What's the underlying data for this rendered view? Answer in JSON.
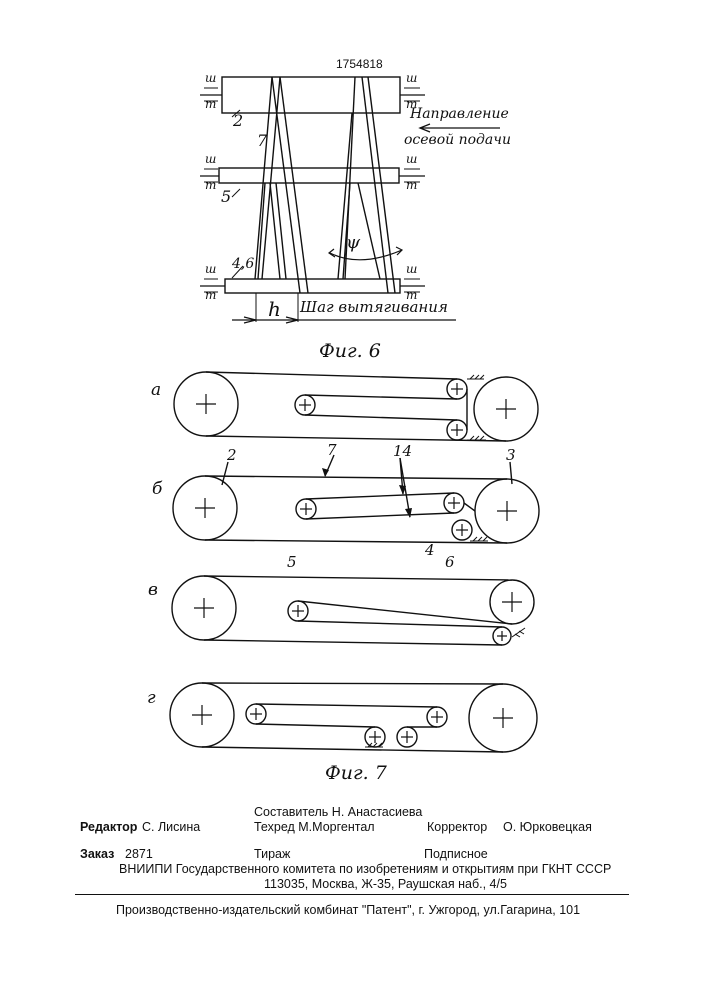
{
  "patent_number": "1754818",
  "fig6": {
    "caption": "Фиг. 6",
    "labels": {
      "l2": "2",
      "l7": "7",
      "l5": "5",
      "l46": "4,6",
      "h": "h",
      "psi": "ψ",
      "direction_line1": "Направление",
      "direction_line2": "осевой подачи",
      "step": "Шаг вытягивания",
      "bearing_top": "ш",
      "bearing_bottom": "т"
    }
  },
  "fig7": {
    "caption": "Фиг. 7",
    "rows": [
      "а",
      "б",
      "в",
      "г"
    ],
    "labels": {
      "l2": "2",
      "l7": "7",
      "l14": "14",
      "l3": "3",
      "l5": "5",
      "l4": "4",
      "l6": "6"
    }
  },
  "colophon": {
    "compiler": "Составитель  Н. Анастасиева",
    "editor_label": "Редактор",
    "editor_name": "С. Лисина",
    "techred": "Техред М.Моргентал",
    "corrector_label": "Корректор",
    "corrector_name": "О. Юрковецкая",
    "order_label": "Заказ",
    "order_number": "2871",
    "circulation": "Тираж",
    "subscription": "Подписное",
    "institute": "ВНИИПИ Государственного комитета по изобретениям и открытиям при ГКНТ СССР",
    "address": "113035, Москва, Ж-35, Раушская наб., 4/5",
    "publisher": "Производственно-издательский комбинат \"Патент\", г. Ужгород, ул.Гагарина, 101"
  }
}
